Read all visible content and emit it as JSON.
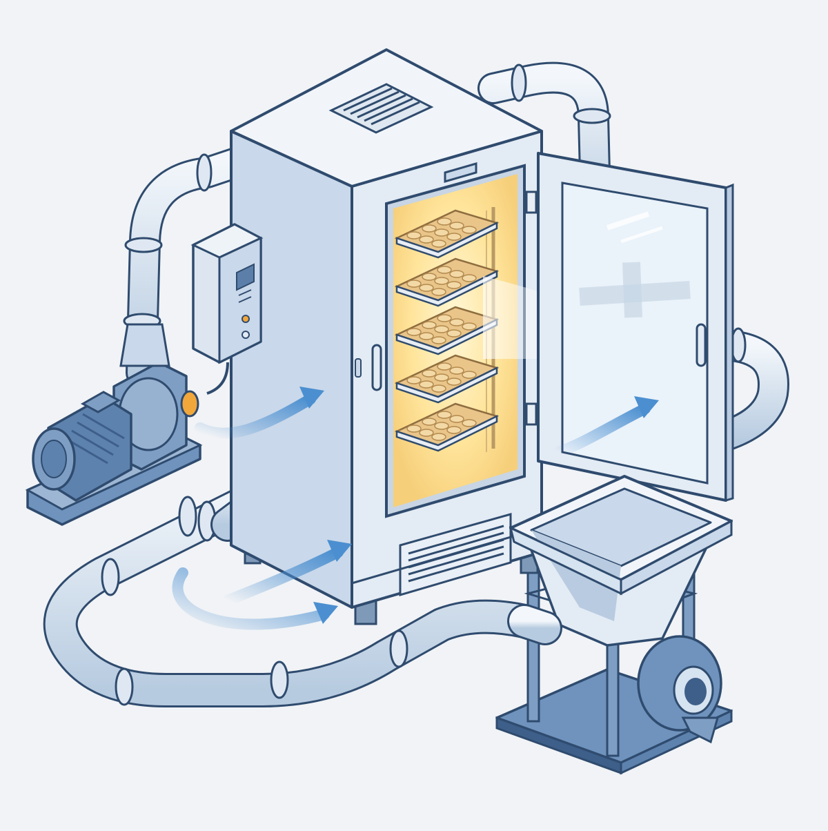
{
  "colors": {
    "background": "#f1f3f6",
    "outline": "#2f4b6e",
    "cabinet_front": "#e3ebf4",
    "cabinet_side": "#c9d8ea",
    "cabinet_top": "#f1f5fa",
    "pipe": "#d6e3f0",
    "pipe_dark": "#a9c0d8",
    "machine_blue": "#6f93bd",
    "machine_dark": "#3d5f8a",
    "warm_glow": "#ffe49a",
    "tray_food": "#e9c58a",
    "airflow_arrow": "#4b8fd0",
    "door_glass": "#eaf2fa",
    "orange_accent": "#f2a73b"
  },
  "components": {
    "drying_cabinet": {
      "icon": "drying-cabinet-icon"
    },
    "cabinet_door": {
      "icon": "glass-door-icon",
      "state": "open"
    },
    "control_panel": {
      "icon": "control-panel-icon",
      "display": "",
      "indicator_color": "#f2a73b"
    },
    "motor_pump": {
      "icon": "electric-motor-pump-icon"
    },
    "hopper_blower": {
      "icon": "hopper-blower-icon"
    },
    "piping_loop": {
      "icon": "pipe-loop-icon"
    },
    "airflow": {
      "icon": "airflow-arrow-icon",
      "count": 4
    },
    "trays": {
      "count": 5,
      "icon": "drying-tray-icon"
    }
  }
}
